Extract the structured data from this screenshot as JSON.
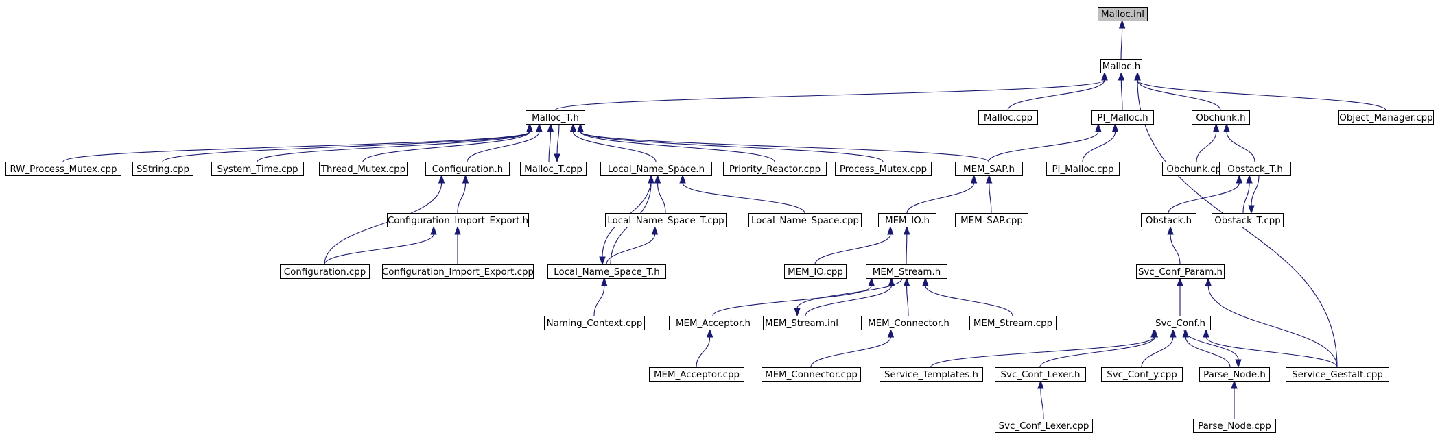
{
  "nodes": [
    {
      "id": "malloc_inl",
      "label": "Malloc.inl"
    },
    {
      "id": "malloc_h",
      "label": "Malloc.h"
    },
    {
      "id": "malloc_t_h",
      "label": "Malloc_T.h"
    },
    {
      "id": "malloc_cpp",
      "label": "Malloc.cpp"
    },
    {
      "id": "pi_malloc_h",
      "label": "PI_Malloc.h"
    },
    {
      "id": "obchunk_h",
      "label": "Obchunk.h"
    },
    {
      "id": "object_manager_cpp",
      "label": "Object_Manager.cpp"
    },
    {
      "id": "rw_process_mutex_cpp",
      "label": "RW_Process_Mutex.cpp"
    },
    {
      "id": "sstring_cpp",
      "label": "SString.cpp"
    },
    {
      "id": "system_time_cpp",
      "label": "System_Time.cpp"
    },
    {
      "id": "thread_mutex_cpp",
      "label": "Thread_Mutex.cpp"
    },
    {
      "id": "configuration_h",
      "label": "Configuration.h"
    },
    {
      "id": "malloc_t_cpp",
      "label": "Malloc_T.cpp"
    },
    {
      "id": "local_name_space_h",
      "label": "Local_Name_Space.h"
    },
    {
      "id": "priority_reactor_cpp",
      "label": "Priority_Reactor.cpp"
    },
    {
      "id": "process_mutex_cpp",
      "label": "Process_Mutex.cpp"
    },
    {
      "id": "mem_sap_h",
      "label": "MEM_SAP.h"
    },
    {
      "id": "pi_malloc_cpp",
      "label": "PI_Malloc.cpp"
    },
    {
      "id": "obchunk_cpp",
      "label": "Obchunk.cpp"
    },
    {
      "id": "obstack_t_h",
      "label": "Obstack_T.h"
    },
    {
      "id": "configuration_import_export_h",
      "label": "Configuration_Import_Export.h"
    },
    {
      "id": "local_name_space_t_cpp",
      "label": "Local_Name_Space_T.cpp"
    },
    {
      "id": "local_name_space_cpp",
      "label": "Local_Name_Space.cpp"
    },
    {
      "id": "mem_io_h",
      "label": "MEM_IO.h"
    },
    {
      "id": "mem_sap_cpp",
      "label": "MEM_SAP.cpp"
    },
    {
      "id": "obstack_h",
      "label": "Obstack.h"
    },
    {
      "id": "obstack_t_cpp",
      "label": "Obstack_T.cpp"
    },
    {
      "id": "configuration_cpp",
      "label": "Configuration.cpp"
    },
    {
      "id": "configuration_import_export_cpp",
      "label": "Configuration_Import_Export.cpp"
    },
    {
      "id": "local_name_space_t_h",
      "label": "Local_Name_Space_T.h"
    },
    {
      "id": "mem_io_cpp",
      "label": "MEM_IO.cpp"
    },
    {
      "id": "mem_stream_h",
      "label": "MEM_Stream.h"
    },
    {
      "id": "svc_conf_param_h",
      "label": "Svc_Conf_Param.h"
    },
    {
      "id": "naming_context_cpp",
      "label": "Naming_Context.cpp"
    },
    {
      "id": "mem_acceptor_h",
      "label": "MEM_Acceptor.h"
    },
    {
      "id": "mem_stream_inl",
      "label": "MEM_Stream.inl"
    },
    {
      "id": "mem_connector_h",
      "label": "MEM_Connector.h"
    },
    {
      "id": "mem_stream_cpp",
      "label": "MEM_Stream.cpp"
    },
    {
      "id": "svc_conf_h",
      "label": "Svc_Conf.h"
    },
    {
      "id": "mem_acceptor_cpp",
      "label": "MEM_Acceptor.cpp"
    },
    {
      "id": "mem_connector_cpp",
      "label": "MEM_Connector.cpp"
    },
    {
      "id": "service_templates_h",
      "label": "Service_Templates.h"
    },
    {
      "id": "svc_conf_lexer_h",
      "label": "Svc_Conf_Lexer.h"
    },
    {
      "id": "svc_conf_y_cpp",
      "label": "Svc_Conf_y.cpp"
    },
    {
      "id": "parse_node_h",
      "label": "Parse_Node.h"
    },
    {
      "id": "service_gestalt_cpp",
      "label": "Service_Gestalt.cpp"
    },
    {
      "id": "svc_conf_lexer_cpp",
      "label": "Svc_Conf_Lexer.cpp"
    },
    {
      "id": "parse_node_cpp",
      "label": "Parse_Node.cpp"
    }
  ],
  "edges": [
    {
      "from": "malloc_h",
      "to": "malloc_inl"
    },
    {
      "from": "malloc_t_h",
      "to": "malloc_h"
    },
    {
      "from": "malloc_cpp",
      "to": "malloc_h"
    },
    {
      "from": "pi_malloc_h",
      "to": "malloc_h"
    },
    {
      "from": "obchunk_h",
      "to": "malloc_h"
    },
    {
      "from": "object_manager_cpp",
      "to": "malloc_h"
    },
    {
      "from": "service_gestalt_cpp",
      "to": "malloc_h"
    },
    {
      "from": "rw_process_mutex_cpp",
      "to": "malloc_t_h"
    },
    {
      "from": "sstring_cpp",
      "to": "malloc_t_h"
    },
    {
      "from": "system_time_cpp",
      "to": "malloc_t_h"
    },
    {
      "from": "thread_mutex_cpp",
      "to": "malloc_t_h"
    },
    {
      "from": "configuration_h",
      "to": "malloc_t_h"
    },
    {
      "from": "malloc_t_cpp",
      "to": "malloc_t_h"
    },
    {
      "from": "malloc_t_h",
      "to": "malloc_t_cpp"
    },
    {
      "from": "local_name_space_h",
      "to": "malloc_t_h"
    },
    {
      "from": "priority_reactor_cpp",
      "to": "malloc_t_h"
    },
    {
      "from": "process_mutex_cpp",
      "to": "malloc_t_h"
    },
    {
      "from": "mem_sap_h",
      "to": "malloc_t_h"
    },
    {
      "from": "mem_sap_h",
      "to": "pi_malloc_h"
    },
    {
      "from": "pi_malloc_cpp",
      "to": "pi_malloc_h"
    },
    {
      "from": "obchunk_cpp",
      "to": "obchunk_h"
    },
    {
      "from": "obstack_t_h",
      "to": "obchunk_h"
    },
    {
      "from": "configuration_import_export_h",
      "to": "configuration_h"
    },
    {
      "from": "configuration_cpp",
      "to": "configuration_h"
    },
    {
      "from": "configuration_cpp",
      "to": "configuration_import_export_h"
    },
    {
      "from": "configuration_import_export_cpp",
      "to": "configuration_import_export_h"
    },
    {
      "from": "local_name_space_t_cpp",
      "to": "local_name_space_h"
    },
    {
      "from": "local_name_space_cpp",
      "to": "local_name_space_h"
    },
    {
      "from": "local_name_space_t_h",
      "to": "local_name_space_h"
    },
    {
      "from": "local_name_space_h",
      "to": "local_name_space_t_h"
    },
    {
      "from": "local_name_space_t_h",
      "to": "local_name_space_t_cpp"
    },
    {
      "from": "naming_context_cpp",
      "to": "local_name_space_t_h"
    },
    {
      "from": "mem_io_h",
      "to": "mem_sap_h"
    },
    {
      "from": "mem_sap_cpp",
      "to": "mem_sap_h"
    },
    {
      "from": "mem_io_cpp",
      "to": "mem_io_h"
    },
    {
      "from": "mem_stream_h",
      "to": "mem_io_h"
    },
    {
      "from": "mem_acceptor_h",
      "to": "mem_stream_h"
    },
    {
      "from": "mem_stream_inl",
      "to": "mem_stream_h"
    },
    {
      "from": "mem_stream_h",
      "to": "mem_stream_inl"
    },
    {
      "from": "mem_connector_h",
      "to": "mem_stream_h"
    },
    {
      "from": "mem_stream_cpp",
      "to": "mem_stream_h"
    },
    {
      "from": "mem_acceptor_cpp",
      "to": "mem_acceptor_h"
    },
    {
      "from": "mem_connector_cpp",
      "to": "mem_connector_h"
    },
    {
      "from": "obstack_h",
      "to": "obstack_t_h"
    },
    {
      "from": "obstack_t_cpp",
      "to": "obstack_t_h"
    },
    {
      "from": "obstack_t_h",
      "to": "obstack_t_cpp"
    },
    {
      "from": "svc_conf_param_h",
      "to": "obstack_h"
    },
    {
      "from": "svc_conf_h",
      "to": "svc_conf_param_h"
    },
    {
      "from": "service_gestalt_cpp",
      "to": "svc_conf_param_h"
    },
    {
      "from": "service_templates_h",
      "to": "svc_conf_h"
    },
    {
      "from": "svc_conf_lexer_h",
      "to": "svc_conf_h"
    },
    {
      "from": "svc_conf_y_cpp",
      "to": "svc_conf_h"
    },
    {
      "from": "parse_node_h",
      "to": "svc_conf_h"
    },
    {
      "from": "svc_conf_h",
      "to": "parse_node_h"
    },
    {
      "from": "service_gestalt_cpp",
      "to": "svc_conf_h"
    },
    {
      "from": "svc_conf_lexer_cpp",
      "to": "svc_conf_lexer_h"
    },
    {
      "from": "parse_node_cpp",
      "to": "parse_node_h"
    }
  ]
}
